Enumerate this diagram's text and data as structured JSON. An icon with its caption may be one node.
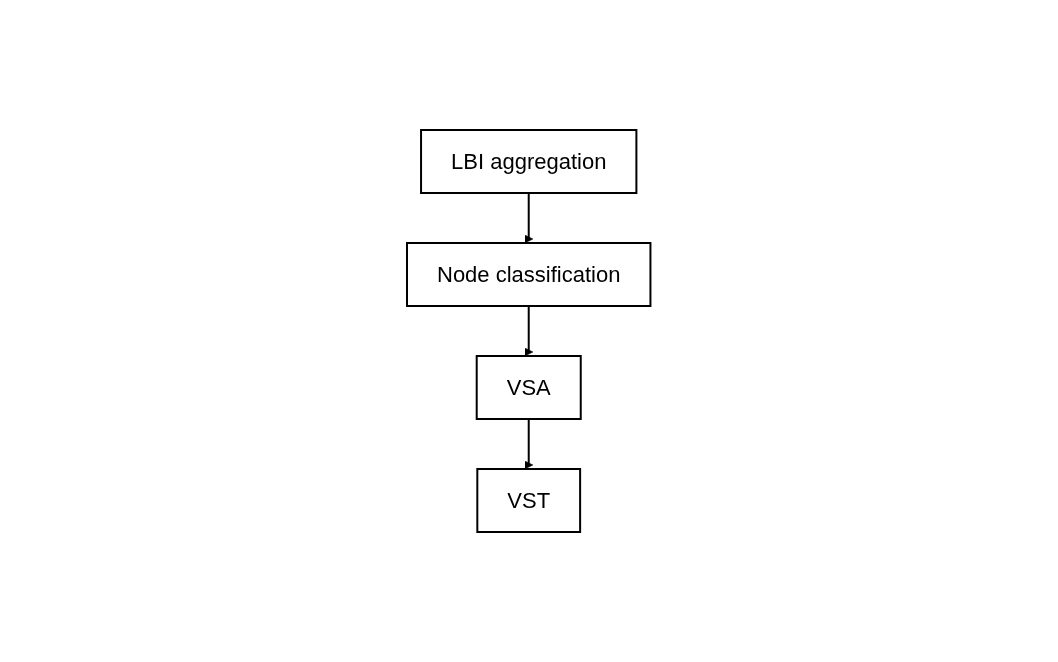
{
  "diagram": {
    "nodes": [
      {
        "text": [
          "LBI aggregation"
        ]
      },
      {
        "text": [
          "Node classification"
        ]
      },
      {
        "text": [
          "VSA"
        ]
      },
      {
        "text": [
          "VST"
        ]
      }
    ],
    "edges": [
      {
        "from": 0,
        "to": 1,
        "arrow": "to"
      },
      {
        "from": 1,
        "to": 2,
        "arrow": "to"
      },
      {
        "from": 2,
        "to": 3,
        "arrow": "to"
      }
    ]
  }
}
